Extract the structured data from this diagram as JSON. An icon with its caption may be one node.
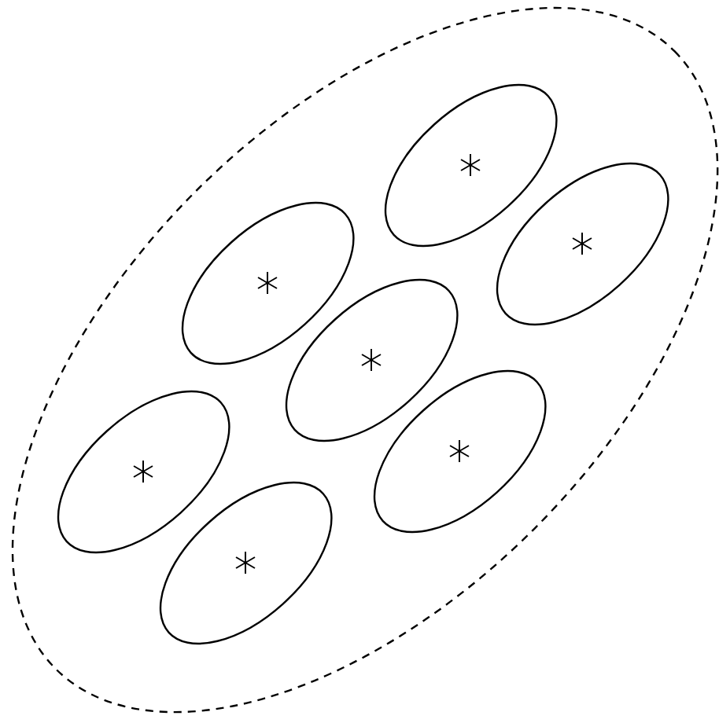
{
  "diagram": {
    "nodes": [
      {
        "text": [],
        "shape": "ellipse"
      },
      {
        "text": [],
        "shape": "ellipse",
        "in": 0
      },
      {
        "text": [],
        "shape": "ellipse",
        "in": 0
      },
      {
        "text": [],
        "shape": "ellipse",
        "in": 0
      },
      {
        "text": [],
        "shape": "ellipse",
        "in": 0
      },
      {
        "text": [],
        "shape": "ellipse",
        "in": 0
      },
      {
        "text": [],
        "shape": "ellipse",
        "in": 0
      },
      {
        "text": [],
        "shape": "ellipse",
        "in": 0
      }
    ]
  }
}
